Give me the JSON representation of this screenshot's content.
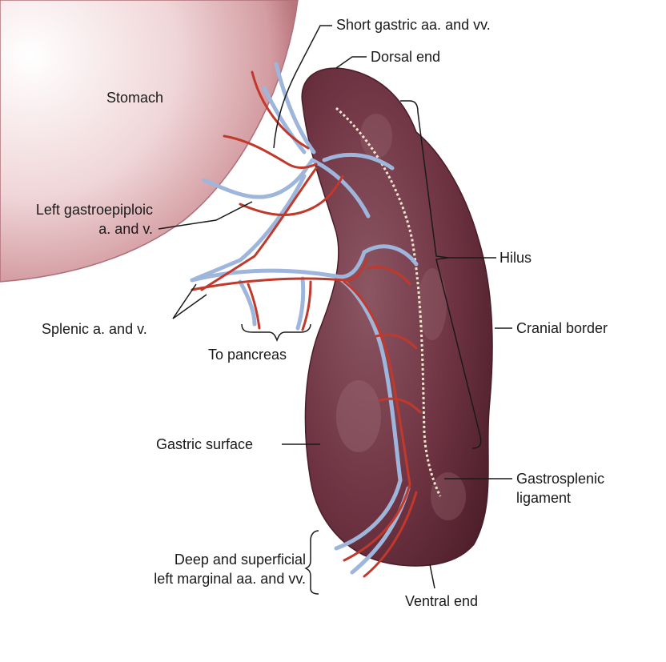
{
  "labels": {
    "short_gastric": "Short gastric aa. and vv.",
    "dorsal_end": "Dorsal end",
    "stomach": "Stomach",
    "left_gastroepiploic_line1": "Left gastroepiploic",
    "left_gastroepiploic_line2": "a. and v.",
    "hilus": "Hilus",
    "cranial_border": "Cranial border",
    "splenic": "Splenic a. and v.",
    "to_pancreas": "To pancreas",
    "gastric_surface": "Gastric surface",
    "gastrosplenic_line1": "Gastrosplenic",
    "gastrosplenic_line2": "ligament",
    "marginal_line1": "Deep and superficial",
    "marginal_line2": "left marginal aa. and vv.",
    "ventral_end": "Ventral end"
  },
  "colors": {
    "spleen": "#6b2f3c",
    "spleen_highlight": "#9a6672",
    "stomach": "#d9a3a6",
    "artery": "#c0392b",
    "vein": "#9fb6dc",
    "leader": "#1a1a1a"
  }
}
